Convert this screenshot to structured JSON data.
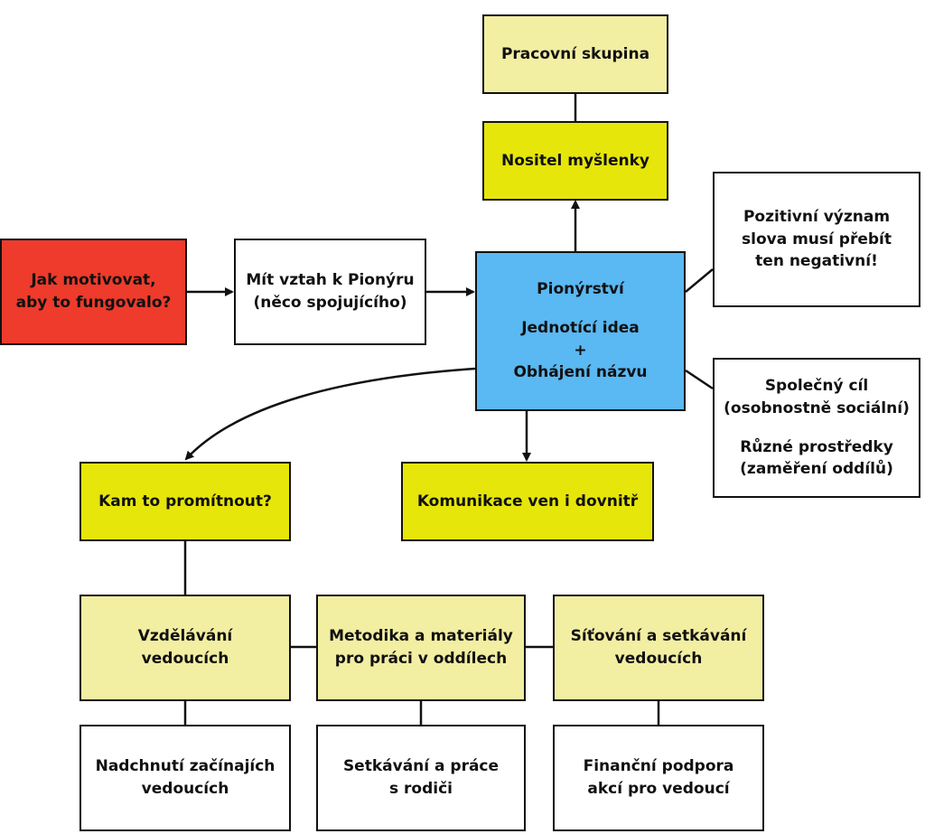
{
  "colors": {
    "red": "#ee3b2b",
    "blue": "#5ab8f2",
    "yellow": "#e6e60a",
    "light_yellow": "#f2eea2",
    "white": "#ffffff",
    "line": "#111111"
  },
  "nodes": {
    "pracovni_skupina": "Pracovní skupina",
    "nositel": "Nositel myšlenky",
    "jak_motivovat": {
      "line1": "Jak motivovat,",
      "line2": "aby to fungovalo?"
    },
    "mit_vztah": {
      "line1": "Mít vztah k Pionýru",
      "line2": "(něco spojujícího)"
    },
    "pionyrstvi": {
      "title": "Pionýrství",
      "line1": "Jednotící idea",
      "line2": "+",
      "line3": "Obhájení názvu"
    },
    "pozitivni": {
      "line1": "Pozitivní význam",
      "line2": "slova musí přebít",
      "line3": "ten negativní!"
    },
    "spolecny": {
      "line1": "Společný cíl",
      "line2": "(osobnostně sociální)",
      "line3": "Různé prostředky",
      "line4": "(zaměření oddílů)"
    },
    "kam": "Kam to promítnout?",
    "komunikace": "Komunikace ven i dovnitř",
    "vzdelavani": {
      "line1": "Vzdělávání",
      "line2": "vedoucích"
    },
    "metodika": {
      "line1": "Metodika a materiály",
      "line2": "pro práci v oddílech"
    },
    "sitovani": {
      "line1": "Síťování a setkávání",
      "line2": "vedoucích"
    },
    "nadchnuti": {
      "line1": "Nadchnutí začínajích",
      "line2": "vedoucích"
    },
    "setkavani": {
      "line1": "Setkávání a práce",
      "line2": "s rodiči"
    },
    "financni": {
      "line1": "Finanční podpora",
      "line2": "akcí pro vedoucí"
    }
  }
}
